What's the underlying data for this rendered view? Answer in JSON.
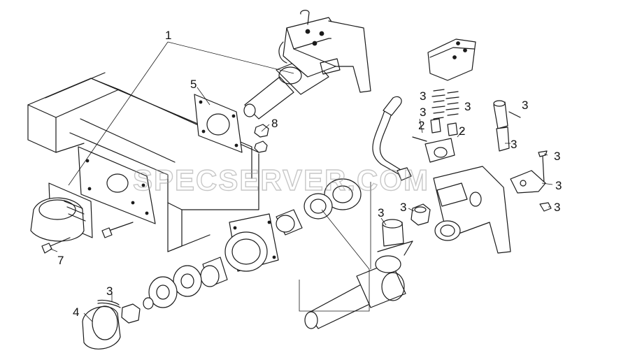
{
  "watermark": "SPECSERVER.COM",
  "callouts": {
    "c1": "1",
    "c2a": "2",
    "c2b": "2",
    "c3a": "3",
    "c3b": "3",
    "c3c": "3",
    "c3d": "3",
    "c3e": "3",
    "c3f": "3",
    "c3g": "3",
    "c3h": "3",
    "c3i": "3",
    "c3j": "3",
    "c3k": "3",
    "c4": "4",
    "c5": "5",
    "c7": "7",
    "c8": "8"
  },
  "colors": {
    "line": "#1a1a1a",
    "watermark": "#9a9a9a",
    "background": "#ffffff"
  }
}
